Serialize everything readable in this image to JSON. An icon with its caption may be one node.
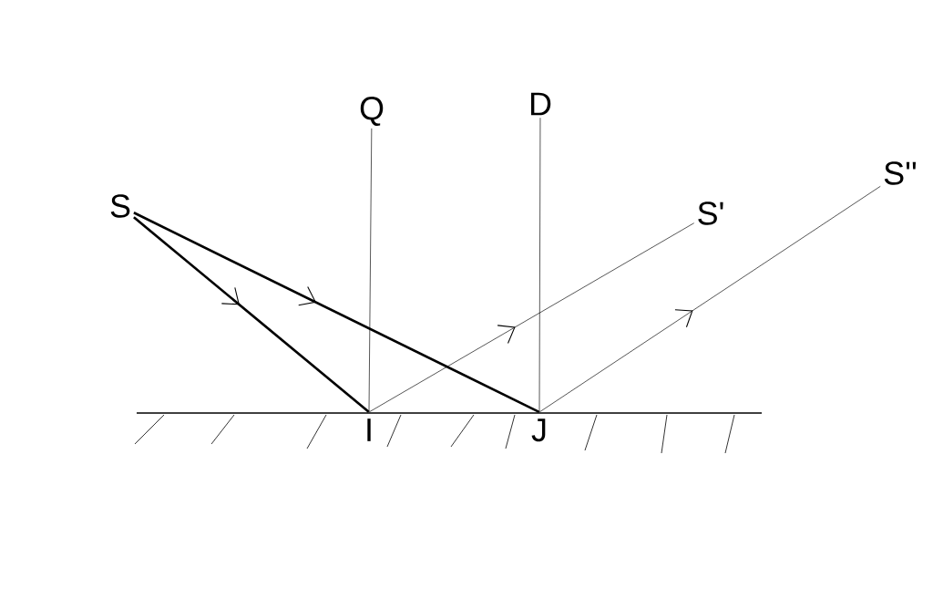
{
  "diagram": {
    "nodes": [
      {
        "text": [
          "S"
        ]
      },
      {
        "text": [
          "Q"
        ]
      },
      {
        "text": [
          "D"
        ]
      },
      {
        "text": [
          "S'"
        ]
      },
      {
        "text": [
          "S''"
        ]
      },
      {
        "text": [
          "I"
        ]
      },
      {
        "text": [
          "J"
        ]
      }
    ],
    "edges": [
      {
        "from": 0,
        "to": 5,
        "arrow": "to",
        "style": "thick"
      },
      {
        "from": 0,
        "to": 6,
        "arrow": "to",
        "style": "thick"
      },
      {
        "from": 5,
        "to": 3,
        "arrow": "to"
      },
      {
        "from": 6,
        "to": 4,
        "arrow": "to"
      },
      {
        "from": 1,
        "to": 5,
        "arrow": "none"
      },
      {
        "from": 2,
        "to": 6,
        "arrow": "none"
      }
    ]
  }
}
